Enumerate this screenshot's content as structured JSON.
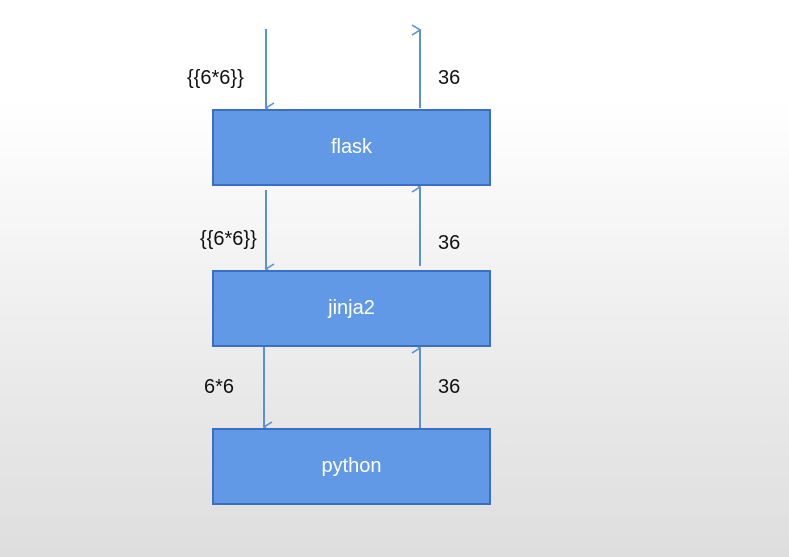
{
  "colors": {
    "box_fill": "#6199e6",
    "box_border": "#3a6fc4",
    "arrow": "#5b8fd6",
    "label_text": "#111111"
  },
  "layers": [
    {
      "name": "flask"
    },
    {
      "name": "jinja2"
    },
    {
      "name": "python"
    }
  ],
  "down_labels": [
    "{{6*6}}",
    "{{6*6}}",
    "6*6"
  ],
  "up_labels": [
    "36",
    "36",
    "36"
  ]
}
